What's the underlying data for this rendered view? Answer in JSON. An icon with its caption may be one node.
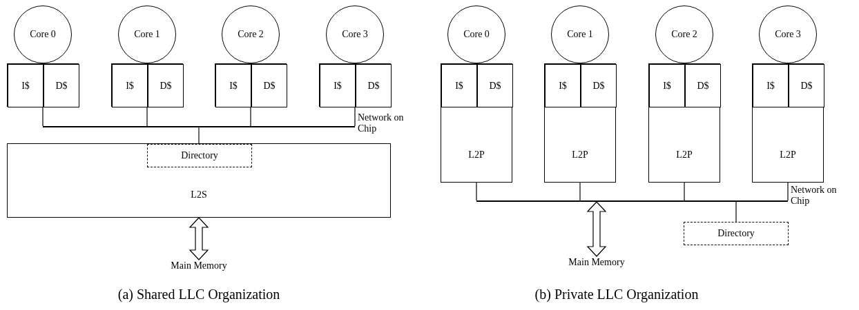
{
  "diagram": {
    "nodes": [
      {
        "text": [
          "Core 0"
        ]
      },
      {
        "text": [
          "Core 1"
        ]
      },
      {
        "text": [
          "Core 2"
        ]
      },
      {
        "text": [
          "Core 3"
        ]
      },
      {
        "text": [],
        "shape": "box"
      },
      {
        "text": [
          "I$"
        ],
        "in": 4
      },
      {
        "text": [
          "D$"
        ],
        "in": 4
      },
      {
        "text": [],
        "shape": "box"
      },
      {
        "text": [
          "I$"
        ],
        "in": 7
      },
      {
        "text": [
          "D$"
        ],
        "in": 7
      },
      {
        "text": [],
        "shape": "box"
      },
      {
        "text": [
          "I$"
        ],
        "in": 10
      },
      {
        "text": [
          "D$"
        ],
        "in": 10
      },
      {
        "text": [],
        "shape": "box"
      },
      {
        "text": [
          "I$"
        ],
        "in": 13
      },
      {
        "text": [
          "D$"
        ],
        "in": 13
      },
      {
        "text": [],
        "shape": "bar",
        "beside": [
          "Network on Chip"
        ]
      },
      {
        "text": [
          "L2S"
        ]
      },
      {
        "text": [
          "Directory"
        ],
        "in": 17
      },
      {
        "text": [
          "Main Memory"
        ]
      },
      {
        "text": [
          "Core 0"
        ]
      },
      {
        "text": [
          "Core 1"
        ]
      },
      {
        "text": [
          "Core 2"
        ]
      },
      {
        "text": [
          "Core 3"
        ]
      },
      {
        "text": [
          "L2P"
        ]
      },
      {
        "text": [
          "I$"
        ],
        "in": 24
      },
      {
        "text": [
          "D$"
        ],
        "in": 24
      },
      {
        "text": [
          "L2P"
        ]
      },
      {
        "text": [
          "I$"
        ],
        "in": 27
      },
      {
        "text": [
          "D$"
        ],
        "in": 27
      },
      {
        "text": [
          "L2P"
        ]
      },
      {
        "text": [
          "I$"
        ],
        "in": 30
      },
      {
        "text": [
          "D$"
        ],
        "in": 30
      },
      {
        "text": [
          "L2P"
        ]
      },
      {
        "text": [
          "I$"
        ],
        "in": 33
      },
      {
        "text": [
          "D$"
        ],
        "in": 33
      },
      {
        "text": [],
        "shape": "bar",
        "beside": [
          "Network on Chip"
        ]
      },
      {
        "text": [
          "Main Memory"
        ]
      },
      {
        "text": [
          "Directory"
        ]
      }
    ],
    "edges": [
      {
        "from": 4,
        "to": 16,
        "arrow": "none"
      },
      {
        "from": 7,
        "to": 16,
        "arrow": "none"
      },
      {
        "from": 10,
        "to": 16,
        "arrow": "none"
      },
      {
        "from": 13,
        "to": 16,
        "arrow": "none"
      },
      {
        "from": 16,
        "to": 17,
        "arrow": "none"
      },
      {
        "from": 17,
        "to": 19,
        "arrow": "both"
      },
      {
        "from": 24,
        "to": 36,
        "arrow": "none"
      },
      {
        "from": 27,
        "to": 36,
        "arrow": "none"
      },
      {
        "from": 30,
        "to": 36,
        "arrow": "none"
      },
      {
        "from": 33,
        "to": 36,
        "arrow": "none"
      },
      {
        "from": 36,
        "to": 37,
        "arrow": "both"
      },
      {
        "from": 36,
        "to": 38,
        "arrow": "none"
      }
    ],
    "labels": [
      "(a) Shared LLC Organization",
      "(b) Private LLC Organization"
    ]
  }
}
